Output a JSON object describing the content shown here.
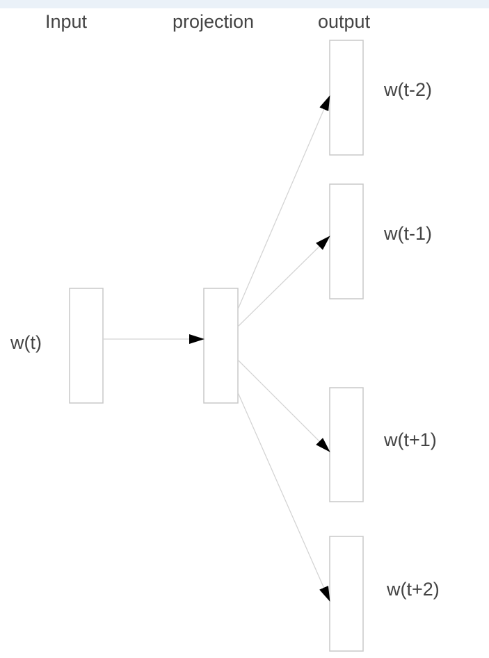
{
  "headers": {
    "input": "Input",
    "projection": "projection",
    "output": "output"
  },
  "input_word": "w(t)",
  "outputs": [
    "w(t-2)",
    "w(t-1)",
    "w(t+1)",
    "w(t+2)"
  ],
  "colors": {
    "band": "#eaf1f8",
    "text": "#444444",
    "box": "#c8c8c8",
    "edge": "#d4d4d4",
    "arrow": "#000000"
  }
}
